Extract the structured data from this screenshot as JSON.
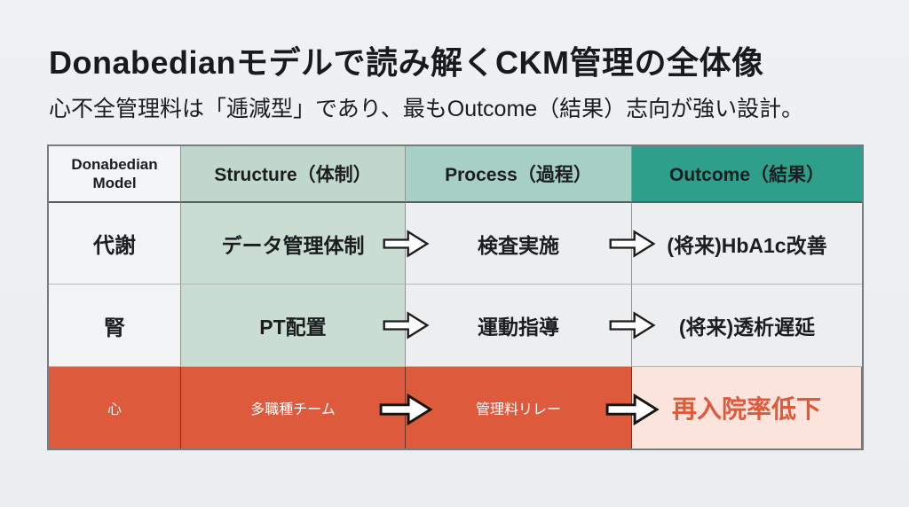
{
  "slide": {
    "title": "Donabedianモデルで読み解くCKM管理の全体像",
    "subtitle": "心不全管理料は「逓減型」であり、最もOutcome（結果）志向が強い設計。"
  },
  "table": {
    "header": {
      "model_line1": "Donabedian",
      "model_line2": "Model",
      "structure": "Structure（体制）",
      "process": "Process（過程）",
      "outcome": "Outcome（結果）"
    },
    "rows": [
      {
        "label": "代謝",
        "structure": "データ管理体制",
        "process": "検査実施",
        "outcome": "(将来)HbA1c改善",
        "highlight": false
      },
      {
        "label": "腎",
        "structure": "PT配置",
        "process": "運動指導",
        "outcome": "(将来)透析遅延",
        "highlight": false
      },
      {
        "label": "心",
        "structure": "多職種チーム",
        "process": "管理料リレー",
        "outcome": "再入院率低下",
        "highlight": true
      }
    ]
  },
  "icons": {
    "flow_arrow": "right-block-arrow"
  },
  "colors": {
    "background": "#edeff2",
    "text": "#1c1d1f",
    "header_model_bg": "#f3f5f6",
    "header_structure_bg": "#c0d8cc",
    "header_process_bg": "#a6d0c3",
    "header_outcome_bg": "#2d9f8b",
    "structure_body_bg": "#c9ddd3",
    "neutral_cell_bg": "#eceef0",
    "label_col_bg": "#f1f3f5",
    "heart_row_bg": "#dd5a3c",
    "heart_row_text": "#ffffff",
    "heart_outcome_bg": "#fbe4dc",
    "heart_outcome_text": "#e0593a"
  }
}
